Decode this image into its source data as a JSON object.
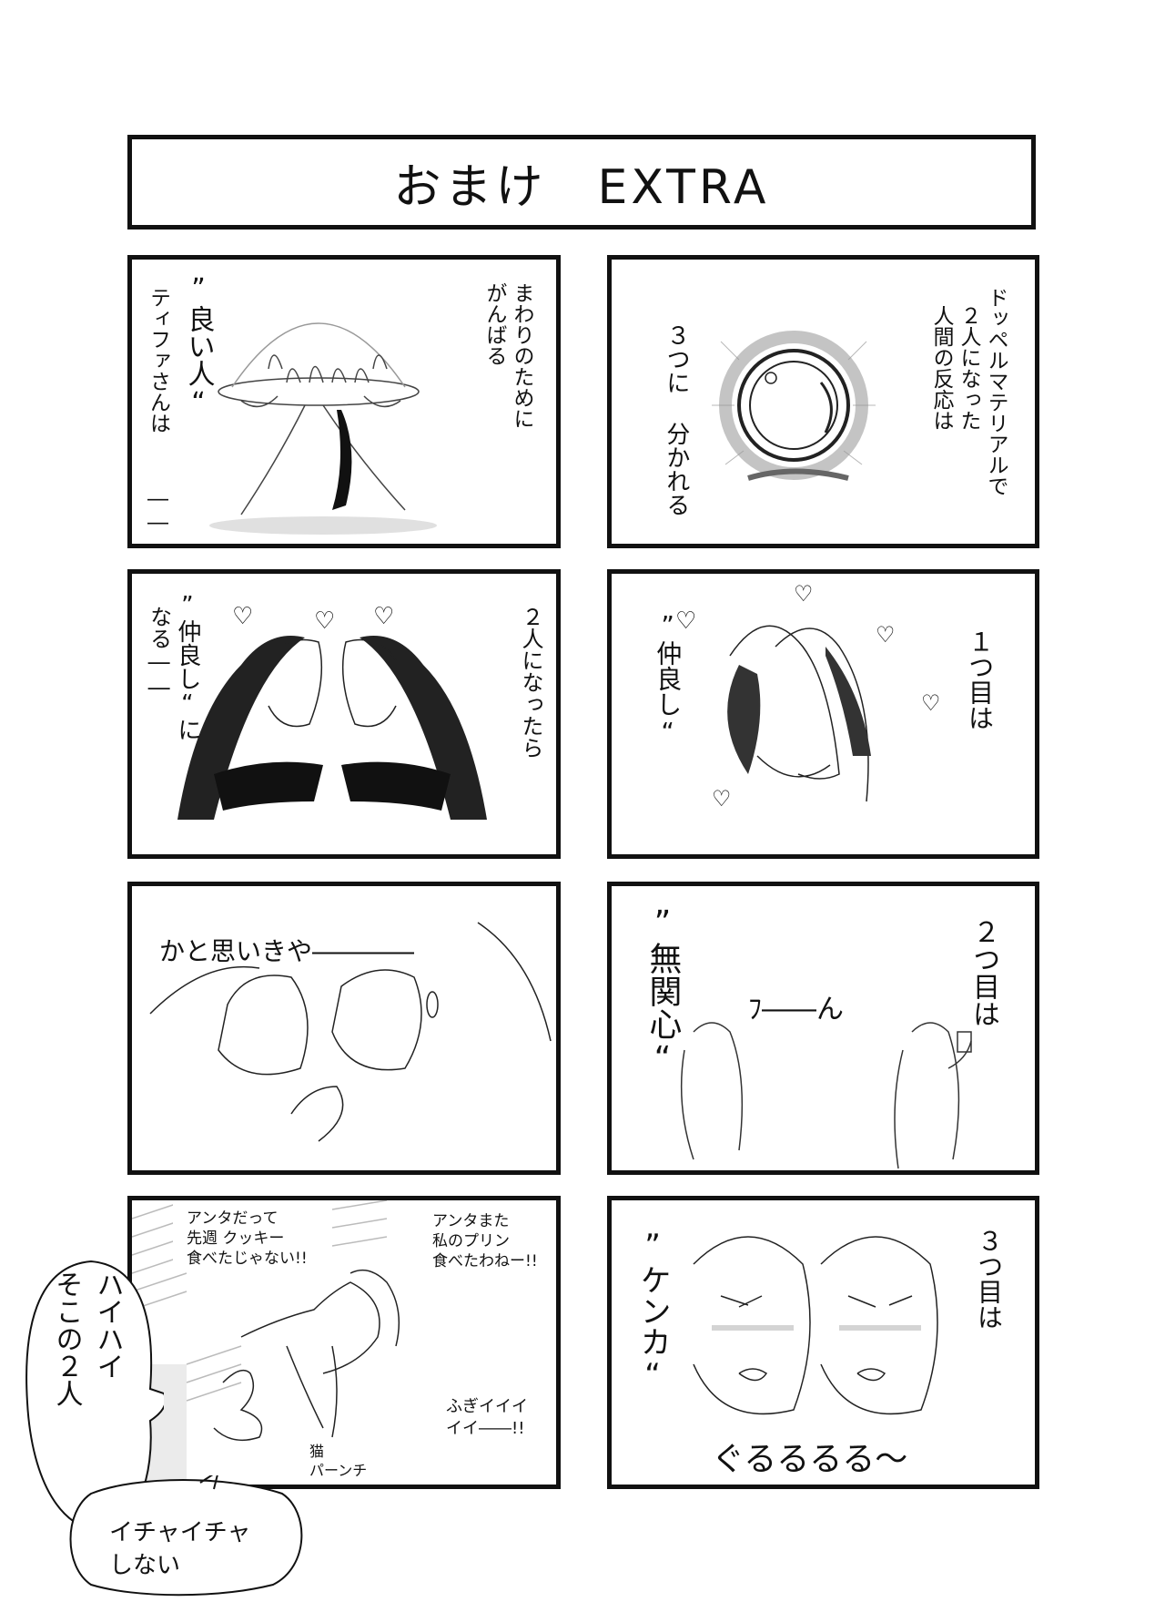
{
  "title": "おまけ　EXTRA",
  "panels": {
    "p1": {
      "label": "Doppel materia intro",
      "lines": [
        "ドッペルマテリアルで",
        "２人になった",
        "人間の反応は"
      ],
      "side": "３つに 分かれる"
    },
    "p2": {
      "lines": [
        "まわりのために",
        "がんばる"
      ],
      "quote": "”良い人“",
      "side": [
        "ティファさんは",
        "――"
      ]
    },
    "p3": {
      "num": "１つ目は",
      "quote": "”仲良し“"
    },
    "p4": {
      "lines": [
        "２人になったら"
      ],
      "quote": "”仲良し“に",
      "side": "なる――"
    },
    "p5": {
      "num": "２つ目は",
      "quote": "”無関心“",
      "sfx": "ﾌ――ん"
    },
    "p6": {
      "text": "かと思いきや――――"
    },
    "p7": {
      "num": "３つ目は",
      "quote": "”ケンカ“",
      "sfx": "ぐるるるる〜"
    },
    "p8": {
      "bubble_left": [
        "アンタだって",
        "先週 クッキー",
        "食べたじゃない!!"
      ],
      "bubble_right": [
        "アンタまた",
        "私のプリン",
        "食べたわねー!!"
      ],
      "sfx1": [
        "ふぎイイイ",
        "イイ――!!"
      ],
      "sfx2": [
        "猫",
        "パーンチ"
      ]
    }
  },
  "outside": {
    "bubble_haihai": [
      "ハイハイ",
      "そこの２人"
    ],
    "bubble_ichaicha": [
      "イチャイチャ",
      "しない"
    ]
  }
}
